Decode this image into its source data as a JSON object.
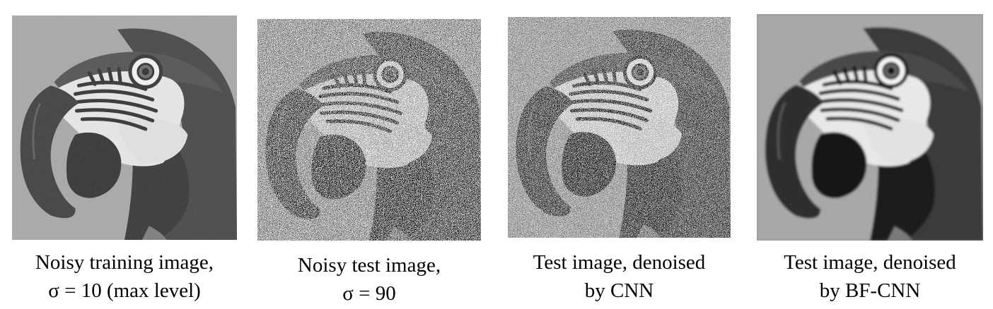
{
  "panels": [
    {
      "id": "training",
      "caption_line1": "Noisy training image,",
      "caption_line2": "σ = 10 (max level)",
      "image_description": "parrot-head-light-noise"
    },
    {
      "id": "test",
      "caption_line1": "Noisy test image,",
      "caption_line2": "σ = 90",
      "image_description": "parrot-head-heavy-noise"
    },
    {
      "id": "cnn",
      "caption_line1": "Test image, denoised",
      "caption_line2": "by CNN",
      "image_description": "parrot-head-cnn-residual-noise"
    },
    {
      "id": "bfcnn",
      "caption_line1": "Test image, denoised",
      "caption_line2": "by BF-CNN",
      "image_description": "parrot-head-smooth-denoised"
    }
  ]
}
